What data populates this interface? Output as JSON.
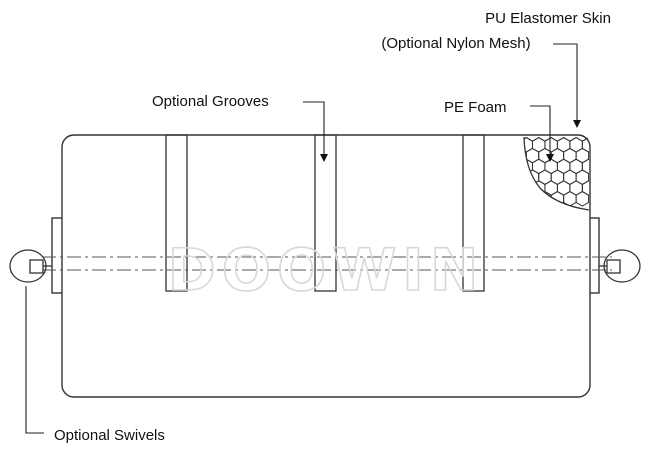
{
  "labels": {
    "pu_skin_line1": "PU Elastomer Skin",
    "pu_skin_line2": "(Optional Nylon Mesh)",
    "grooves": "Optional Grooves",
    "pe_foam": "PE Foam",
    "swivels": "Optional Swivels"
  },
  "watermark": "DOOWIN",
  "colors": {
    "line": "#333333",
    "background": "#ffffff",
    "watermark": "#d8d8d8"
  }
}
